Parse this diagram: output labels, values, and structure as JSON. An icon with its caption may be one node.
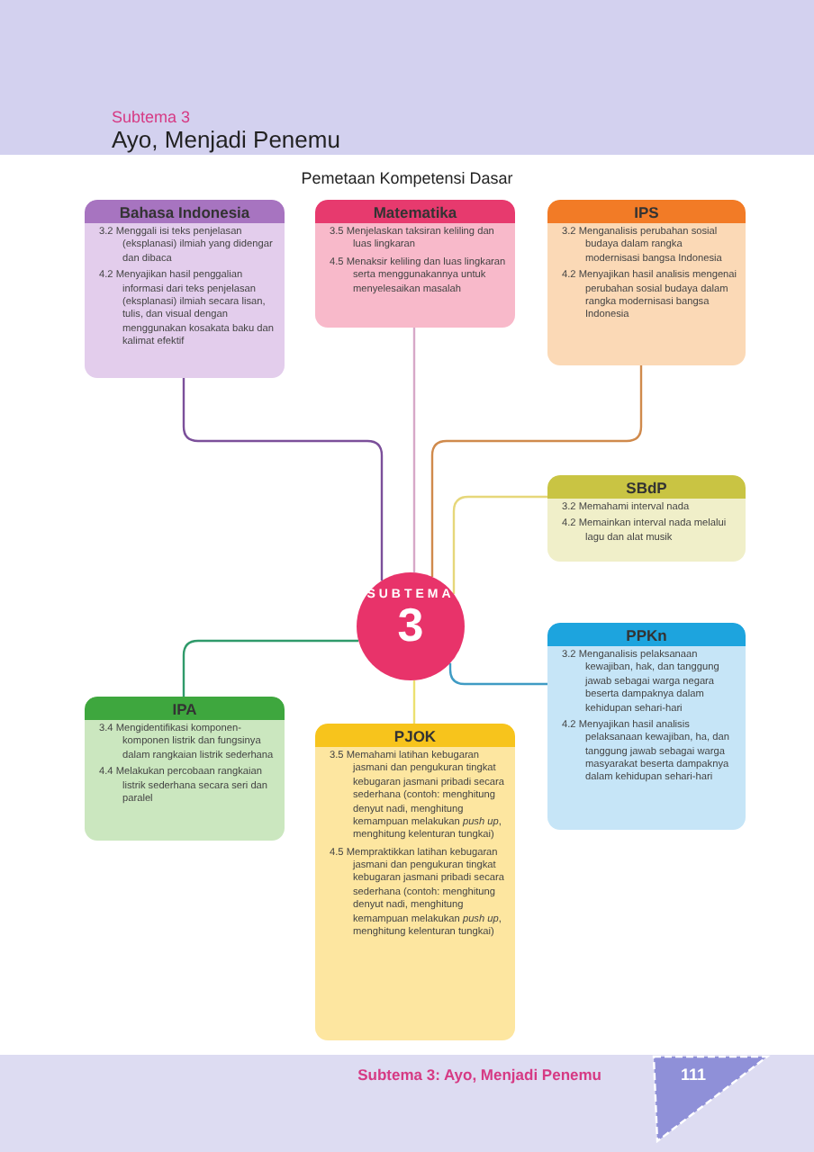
{
  "diagram": {
    "title": "Pemetaan Kompetensi Dasar",
    "nodes": [
      {
        "text": [
          "Bahasa Indonesia",
          "3.2 Menggali isi teks penjelasan (eksplanasi) ilmiah yang didengar dan dibaca",
          "4.2 Menyajikan hasil penggalian informasi dari teks penjelasan (eksplanasi) ilmiah secara lisan, tulis, dan visual dengan menggunakan kosakata baku dan kalimat efektif"
        ]
      },
      {
        "text": [
          "Matematika",
          "3.5 Menjelaskan taksiran keliling dan luas lingkaran",
          "4.5 Menaksir keliling dan luas lingkaran serta menggunakannya untuk menyelesaikan masalah"
        ]
      },
      {
        "text": [
          "IPS",
          "3.2 Menganalisis perubahan sosial budaya dalam rangka modernisasi bangsa Indonesia",
          "4.2 Menyajikan hasil analisis mengenai perubahan sosial budaya dalam rangka modernisasi bangsa Indonesia"
        ]
      },
      {
        "text": [
          "SBdP",
          "3.2 Memahami interval nada",
          "4.2 Memainkan interval nada melalui lagu dan alat musik"
        ]
      },
      {
        "text": [
          "SUBTEMA",
          "3"
        ]
      },
      {
        "text": [
          "PPKn",
          "3.2 Menganalisis pelaksanaan kewajiban, hak, dan tanggung jawab sebagai warga negara beserta dampaknya dalam kehidupan sehari-hari",
          "4.2 Menyajikan hasil analisis pelaksanaan kewajiban, ha, dan tanggung jawab sebagai warga masyarakat beserta dampaknya dalam kehidupan sehari-hari"
        ]
      },
      {
        "text": [
          "IPA",
          "3.4 Mengidentifikasi komponen-komponen listrik dan fungsinya dalam rangkaian listrik sederhana",
          "4.4 Melakukan percobaan rangkaian listrik sederhana secara seri dan paralel"
        ]
      },
      {
        "text": [
          "PJOK",
          "3.5 Memahami latihan kebugaran jasmani dan pengukuran tingkat kebugaran jasmani pribadi secara sederhana (contoh: menghitung denyut nadi, menghitung kemampuan melakukan *push up*, menghitung kelenturan tungkai)",
          "4.5 Mempraktikkan latihan kebugaran jasmani dan pengukuran tingkat kebugaran jasmani pribadi secara sederhana (contoh: menghitung denyut nadi, menghitung kemampuan melakukan *push up*, menghitung kelenturan tungkai)"
        ]
      }
    ],
    "edges": [
      {
        "from": 4,
        "to": 0,
        "arrow": "none",
        "color": "#7b4f9a"
      },
      {
        "from": 4,
        "to": 1,
        "arrow": "none",
        "color": "#d7a8c8"
      },
      {
        "from": 4,
        "to": 2,
        "arrow": "none",
        "color": "#d08a4c"
      },
      {
        "from": 4,
        "to": 3,
        "arrow": "none",
        "color": "#e6d77a"
      },
      {
        "from": 4,
        "to": 5,
        "arrow": "none",
        "color": "#3f9bc4"
      },
      {
        "from": 4,
        "to": 6,
        "arrow": "none",
        "color": "#2f9a6a"
      },
      {
        "from": 4,
        "to": 7,
        "arrow": "none",
        "color": "#ece070"
      }
    ],
    "labels": [
      "Subtema 3",
      "Ayo, Menjadi Penemu",
      "Subtema 3: Ayo, Menjadi Penemu",
      "111"
    ]
  }
}
